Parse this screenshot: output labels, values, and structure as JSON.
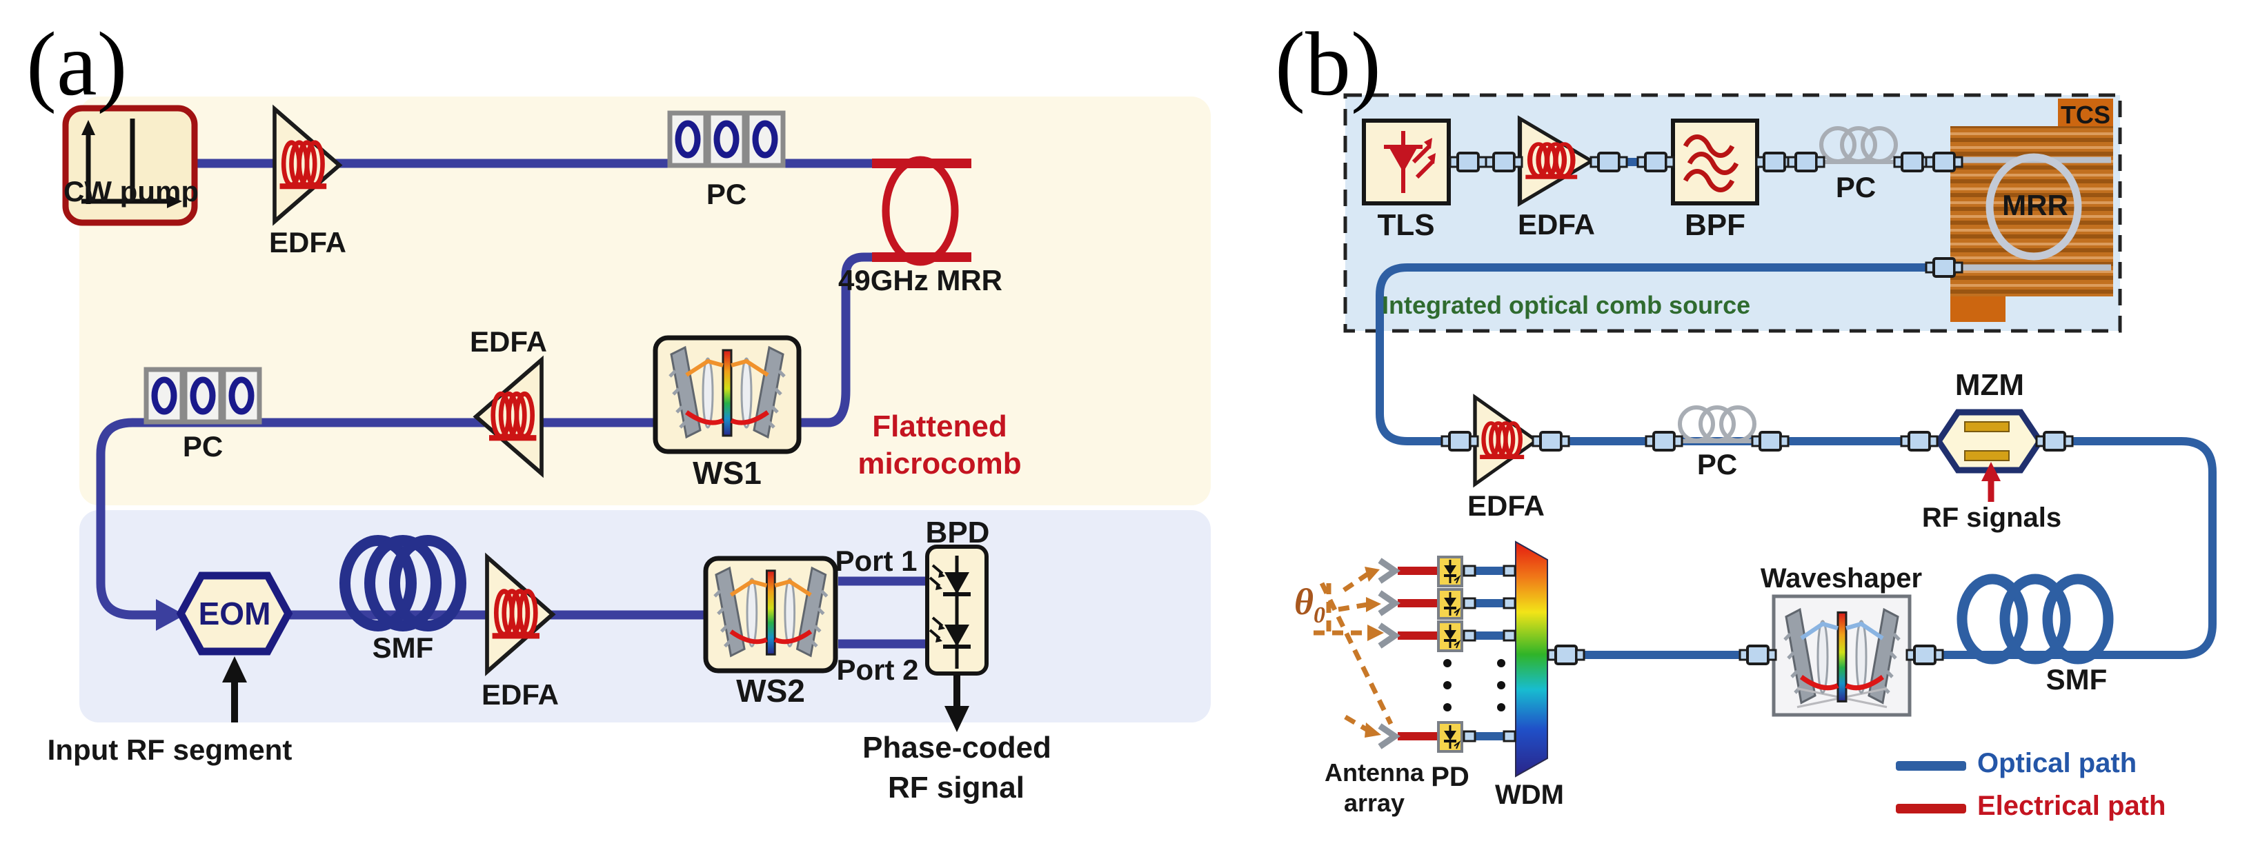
{
  "panel_a": {
    "label": "(a)",
    "cw_pump": "CW pump",
    "edfa_top": "EDFA",
    "pc_top": "PC",
    "mrr": "49GHz MRR",
    "ws1": "WS1",
    "edfa_mid": "EDFA",
    "pc_mid": "PC",
    "flattened_line1": "Flattened",
    "flattened_line2": "microcomb",
    "eom": "EOM",
    "input_rf": "Input RF segment",
    "smf": "SMF",
    "edfa_bottom": "EDFA",
    "ws2": "WS2",
    "port1": "Port 1",
    "port2": "Port 2",
    "bpd": "BPD",
    "phase_coded_line1": "Phase-coded",
    "phase_coded_line2": "RF signal"
  },
  "panel_b": {
    "label": "(b)",
    "tls": "TLS",
    "edfa_top": "EDFA",
    "bpf": "BPF",
    "pc_top": "PC",
    "mrr": "MRR",
    "tcs": "TCS",
    "comb_source": "Integrated optical comb source",
    "edfa_mid": "EDFA",
    "pc_mid": "PC",
    "mzm": "MZM",
    "rf_signals": "RF signals",
    "theta": "θ",
    "theta_sub": "0",
    "antenna_line1": "Antenna",
    "antenna_line2": "array",
    "pd": "PD",
    "wdm": "WDM",
    "waveshaper": "Waveshaper",
    "smf": "SMF"
  },
  "legend": {
    "optical": "Optical path",
    "electrical": "Electrical path"
  },
  "colors": {
    "optical_path": "#2e5fa3",
    "electrical_path": "#c01818",
    "fiber_panel_a": "#3b3f9e",
    "accent_red": "#c41420",
    "comb_green": "#2f6b2f",
    "chip_orange": "#c2701f"
  }
}
